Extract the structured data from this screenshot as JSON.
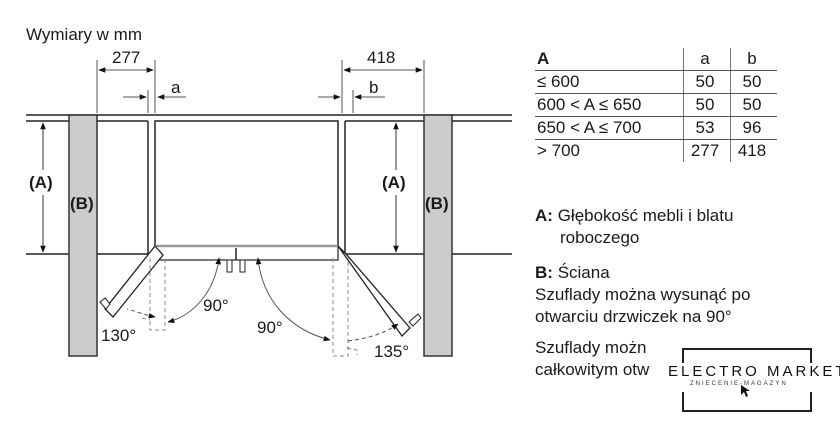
{
  "title": "Wymiary w mm",
  "dimensions": {
    "left_clearance": "277",
    "right_clearance": "418",
    "left_gap_label": "a",
    "right_gap_label": "b",
    "depth_label": "(A)",
    "wall_label": "(B)",
    "angles": {
      "left_open_90": "90°",
      "left_open_max": "130°",
      "right_open_90": "90°",
      "right_open_max": "135°"
    }
  },
  "table": {
    "headers": [
      "A",
      "a",
      "b"
    ],
    "rows": [
      {
        "range": "≤ 600",
        "a": "50",
        "b": "50"
      },
      {
        "range": "600 < A ≤ 650",
        "a": "50",
        "b": "50"
      },
      {
        "range": "650 < A ≤ 700",
        "a": "53",
        "b": "96"
      },
      {
        "range": "> 700",
        "a": "277",
        "b": "418"
      }
    ]
  },
  "legend": {
    "a_key": "A:",
    "a_text_line1": "Głębokość mebli i blatu",
    "a_text_line2": "roboczego",
    "b_key": "B:",
    "b_text": "Ściana",
    "note1_line1": "Szuflady można wysunąć po",
    "note1_line2": "otwarciu drzwiczek na 90°",
    "note2_line1": "Szuflady możn",
    "note2_line2": "całkowitym otw"
  },
  "watermark": {
    "brand": "ELECTRO MARKET",
    "subtitle": "ZNIECENIE-MAGAZYN",
    "icon": "cursor-arrow-icon"
  },
  "colors": {
    "line": "#222222",
    "wall_fill": "#cccccc",
    "dashed": "#888888"
  }
}
